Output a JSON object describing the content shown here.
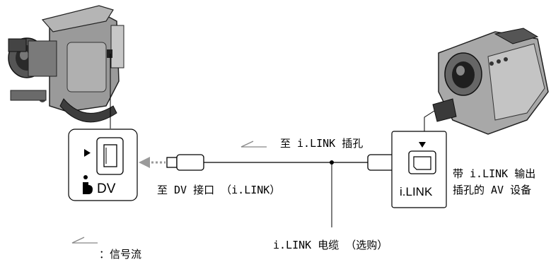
{
  "labels": {
    "dv_port_left": "DV",
    "ilink_port_right": "i.LINK",
    "to_ilink_jack": "至 i.LINK 插孔",
    "to_dv_interface": "至 DV 接口 （i.LINK）",
    "cable": "i.LINK 电缆 （选购）",
    "av_device_line1": "带 i.LINK 输出",
    "av_device_line2": "插孔的 AV 设备",
    "legend_signal_flow": "：信号流"
  },
  "colors": {
    "line": "#000000",
    "port_border": "#000000",
    "dotted_arrow": "#9a9a9a",
    "camera_body": "#8c8c8c",
    "camera_dark": "#3a3a3a"
  }
}
